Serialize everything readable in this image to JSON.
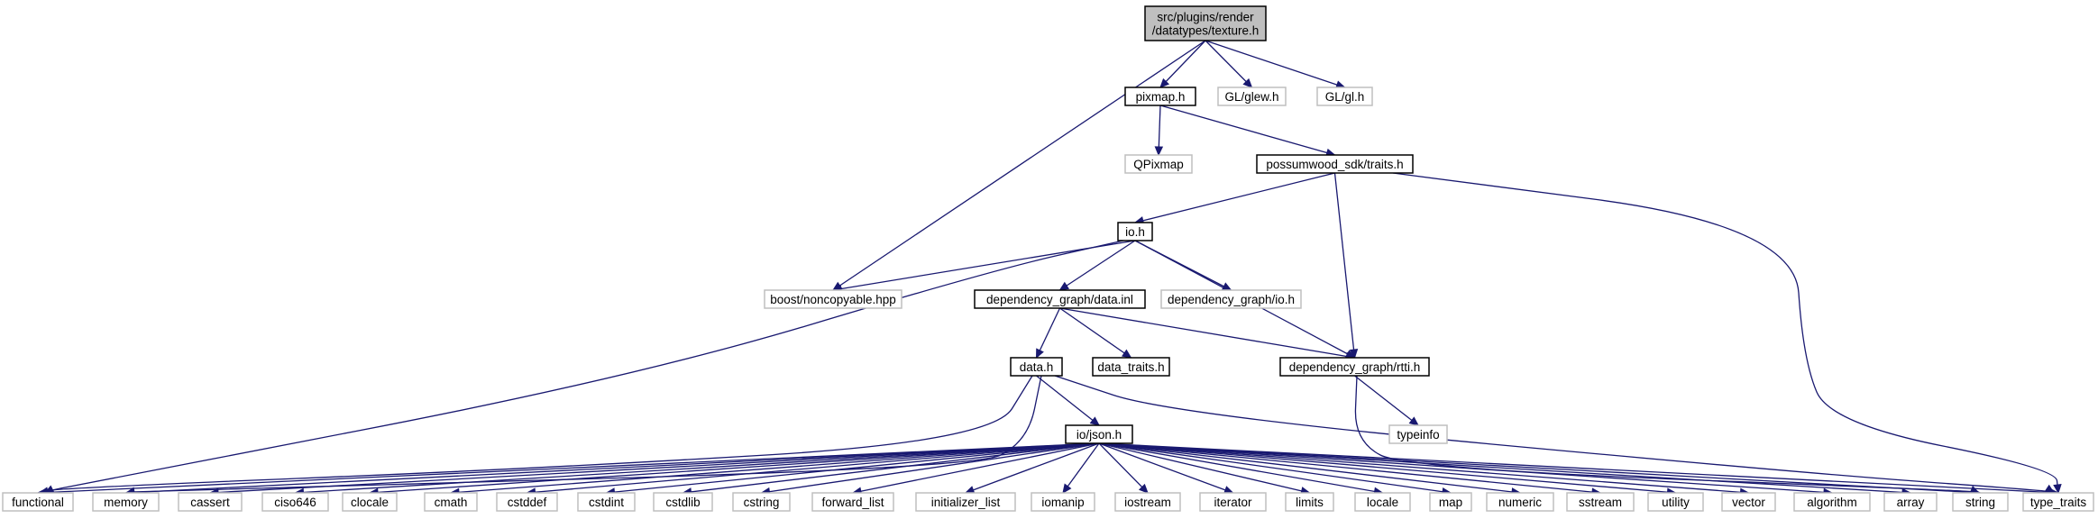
{
  "graph": {
    "colors": {
      "edge": "#191970",
      "root_fill": "#bfbfbf",
      "documented_border": "#000000",
      "external_border": "#bfbfbf",
      "external_text": "#555555"
    },
    "nodes": [
      {
        "id": "texture",
        "label": [
          "src/plugins/render",
          "/datatypes/texture.h"
        ],
        "kind": "root"
      },
      {
        "id": "pixmap",
        "label": [
          "pixmap.h"
        ],
        "kind": "documented"
      },
      {
        "id": "glew",
        "label": [
          "GL/glew.h"
        ],
        "kind": "external"
      },
      {
        "id": "gl",
        "label": [
          "GL/gl.h"
        ],
        "kind": "external"
      },
      {
        "id": "qpixmap",
        "label": [
          "QPixmap"
        ],
        "kind": "external"
      },
      {
        "id": "traits",
        "label": [
          "possumwood_sdk/traits.h"
        ],
        "kind": "documented"
      },
      {
        "id": "io",
        "label": [
          "io.h"
        ],
        "kind": "documented"
      },
      {
        "id": "noncopyable",
        "label": [
          "boost/noncopyable.hpp"
        ],
        "kind": "external"
      },
      {
        "id": "data_inl",
        "label": [
          "dependency_graph/data.inl"
        ],
        "kind": "documented"
      },
      {
        "id": "dg_io",
        "label": [
          "dependency_graph/io.h"
        ],
        "kind": "external"
      },
      {
        "id": "data_h",
        "label": [
          "data.h"
        ],
        "kind": "documented"
      },
      {
        "id": "data_traits",
        "label": [
          "data_traits.h"
        ],
        "kind": "documented"
      },
      {
        "id": "rtti",
        "label": [
          "dependency_graph/rtti.h"
        ],
        "kind": "documented"
      },
      {
        "id": "typeinfo",
        "label": [
          "typeinfo"
        ],
        "kind": "external"
      },
      {
        "id": "json",
        "label": [
          "io/json.h"
        ],
        "kind": "documented"
      },
      {
        "id": "functional",
        "label": [
          "functional"
        ],
        "kind": "external"
      },
      {
        "id": "memory",
        "label": [
          "memory"
        ],
        "kind": "external"
      },
      {
        "id": "cassert",
        "label": [
          "cassert"
        ],
        "kind": "external"
      },
      {
        "id": "ciso646",
        "label": [
          "ciso646"
        ],
        "kind": "external"
      },
      {
        "id": "clocale",
        "label": [
          "clocale"
        ],
        "kind": "external"
      },
      {
        "id": "cmath",
        "label": [
          "cmath"
        ],
        "kind": "external"
      },
      {
        "id": "cstddef",
        "label": [
          "cstddef"
        ],
        "kind": "external"
      },
      {
        "id": "cstdint",
        "label": [
          "cstdint"
        ],
        "kind": "external"
      },
      {
        "id": "cstdlib",
        "label": [
          "cstdlib"
        ],
        "kind": "external"
      },
      {
        "id": "cstring",
        "label": [
          "cstring"
        ],
        "kind": "external"
      },
      {
        "id": "forward_list",
        "label": [
          "forward_list"
        ],
        "kind": "external"
      },
      {
        "id": "initializer_list",
        "label": [
          "initializer_list"
        ],
        "kind": "external"
      },
      {
        "id": "iomanip",
        "label": [
          "iomanip"
        ],
        "kind": "external"
      },
      {
        "id": "iostream",
        "label": [
          "iostream"
        ],
        "kind": "external"
      },
      {
        "id": "iterator",
        "label": [
          "iterator"
        ],
        "kind": "external"
      },
      {
        "id": "limits",
        "label": [
          "limits"
        ],
        "kind": "external"
      },
      {
        "id": "locale",
        "label": [
          "locale"
        ],
        "kind": "external"
      },
      {
        "id": "map",
        "label": [
          "map"
        ],
        "kind": "external"
      },
      {
        "id": "numeric",
        "label": [
          "numeric"
        ],
        "kind": "external"
      },
      {
        "id": "sstream",
        "label": [
          "sstream"
        ],
        "kind": "external"
      },
      {
        "id": "utility",
        "label": [
          "utility"
        ],
        "kind": "external"
      },
      {
        "id": "vector",
        "label": [
          "vector"
        ],
        "kind": "external"
      },
      {
        "id": "algorithm",
        "label": [
          "algorithm"
        ],
        "kind": "external"
      },
      {
        "id": "array",
        "label": [
          "array"
        ],
        "kind": "external"
      },
      {
        "id": "string",
        "label": [
          "string"
        ],
        "kind": "external"
      },
      {
        "id": "type_traits",
        "label": [
          "type_traits"
        ],
        "kind": "external"
      }
    ],
    "edges": [
      [
        "texture",
        "pixmap"
      ],
      [
        "texture",
        "glew"
      ],
      [
        "texture",
        "gl"
      ],
      [
        "texture",
        "noncopyable"
      ],
      [
        "pixmap",
        "qpixmap"
      ],
      [
        "pixmap",
        "traits"
      ],
      [
        "traits",
        "io"
      ],
      [
        "traits",
        "rtti"
      ],
      [
        "traits",
        "type_traits"
      ],
      [
        "io",
        "noncopyable"
      ],
      [
        "io",
        "data_inl"
      ],
      [
        "io",
        "dg_io"
      ],
      [
        "io",
        "rtti"
      ],
      [
        "io",
        "functional"
      ],
      [
        "data_inl",
        "data_h"
      ],
      [
        "data_inl",
        "data_traits"
      ],
      [
        "data_inl",
        "rtti"
      ],
      [
        "rtti",
        "typeinfo"
      ],
      [
        "rtti",
        "string"
      ],
      [
        "data_h",
        "json"
      ],
      [
        "data_h",
        "functional"
      ],
      [
        "data_h",
        "memory"
      ],
      [
        "data_h",
        "type_traits"
      ],
      [
        "json",
        "functional"
      ],
      [
        "json",
        "memory"
      ],
      [
        "json",
        "cassert"
      ],
      [
        "json",
        "ciso646"
      ],
      [
        "json",
        "clocale"
      ],
      [
        "json",
        "cmath"
      ],
      [
        "json",
        "cstddef"
      ],
      [
        "json",
        "cstdint"
      ],
      [
        "json",
        "cstdlib"
      ],
      [
        "json",
        "cstring"
      ],
      [
        "json",
        "forward_list"
      ],
      [
        "json",
        "initializer_list"
      ],
      [
        "json",
        "iomanip"
      ],
      [
        "json",
        "iostream"
      ],
      [
        "json",
        "iterator"
      ],
      [
        "json",
        "limits"
      ],
      [
        "json",
        "locale"
      ],
      [
        "json",
        "map"
      ],
      [
        "json",
        "numeric"
      ],
      [
        "json",
        "sstream"
      ],
      [
        "json",
        "utility"
      ],
      [
        "json",
        "vector"
      ],
      [
        "json",
        "algorithm"
      ],
      [
        "json",
        "array"
      ],
      [
        "json",
        "string"
      ],
      [
        "json",
        "type_traits"
      ]
    ]
  }
}
